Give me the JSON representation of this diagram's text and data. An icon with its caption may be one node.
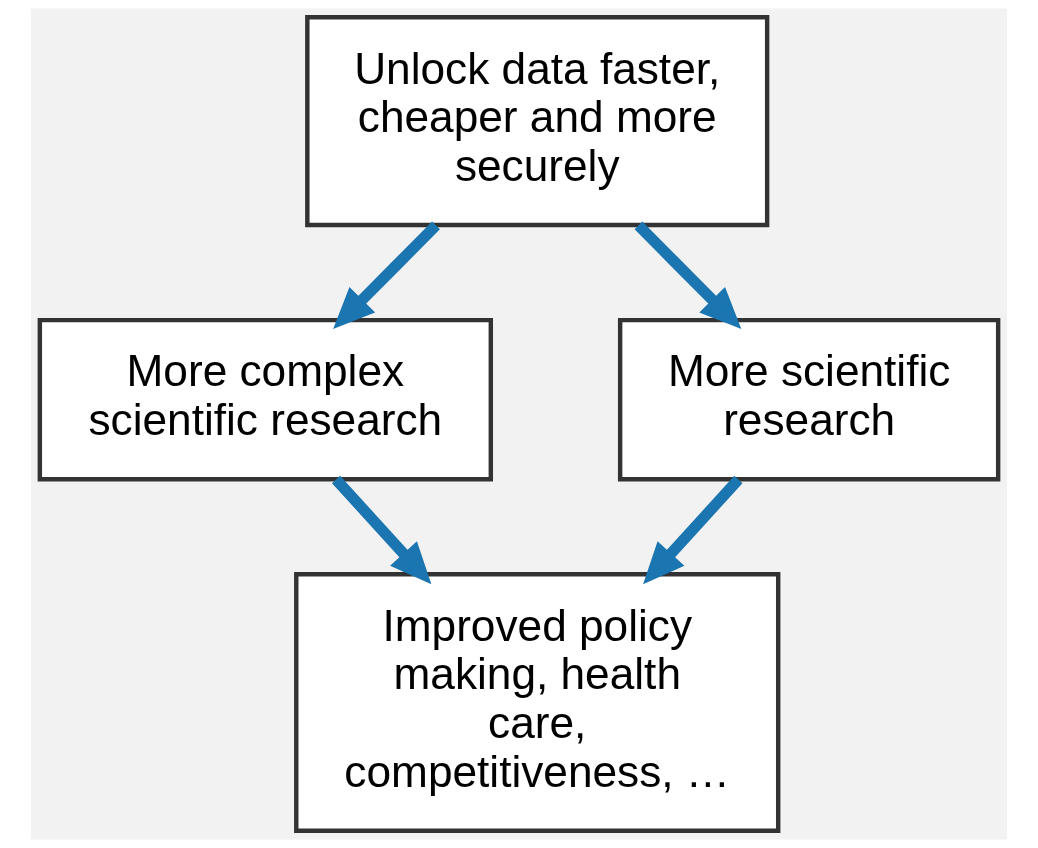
{
  "diagram": {
    "nodes": [
      {
        "text": [
          "Unlock data faster, cheaper and more securely"
        ]
      },
      {
        "text": [
          "More complex scientific research"
        ]
      },
      {
        "text": [
          "More scientific research"
        ]
      },
      {
        "text": [
          "Improved policy making, health care, competitiveness, …"
        ]
      }
    ],
    "edges": [
      {
        "from": 0,
        "to": 1,
        "arrow": "to"
      },
      {
        "from": 0,
        "to": 2,
        "arrow": "to"
      },
      {
        "from": 1,
        "to": 3,
        "arrow": "to"
      },
      {
        "from": 2,
        "to": 3,
        "arrow": "to"
      }
    ]
  }
}
